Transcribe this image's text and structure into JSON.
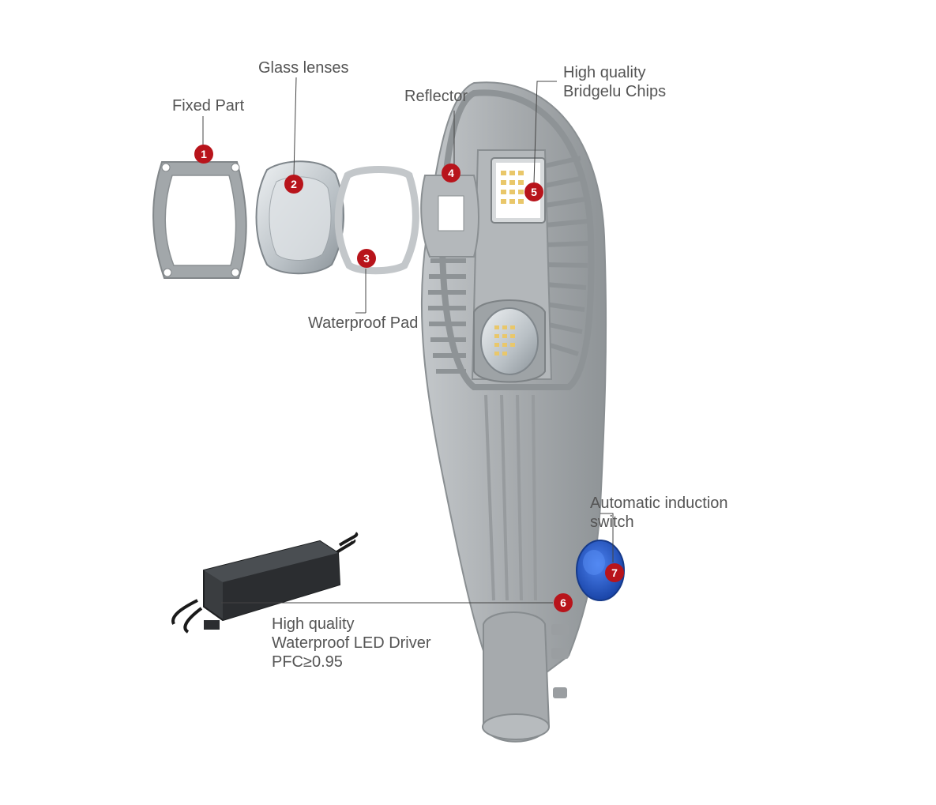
{
  "labels": {
    "fixed_part": "Fixed Part",
    "glass_lenses": "Glass lenses",
    "reflector": "Reflector",
    "chips_line1": "High quality",
    "chips_line2": "Bridgelu Chips",
    "waterproof_pad": "Waterproof Pad",
    "switch_line1": "Automatic induction",
    "switch_line2": "switch",
    "driver_line1": "High quality",
    "driver_line2": "Waterproof LED Driver",
    "driver_line3": "PFC≥0.95"
  },
  "badges": [
    "1",
    "2",
    "3",
    "4",
    "5",
    "6",
    "7"
  ],
  "colors": {
    "badge": "#b8141b",
    "housing": "#a9adb0",
    "housing_dark": "#8d9295",
    "driver": "#2f3133",
    "switch_blue": "#1e5bd6",
    "text": "#555555",
    "leader": "#444444"
  },
  "icons": [
    "lamp-housing-icon",
    "fixed-ring-icon",
    "glass-lens-icon",
    "waterproof-pad-icon",
    "reflector-icon",
    "led-chip-icon",
    "led-driver-icon",
    "induction-switch-icon"
  ]
}
